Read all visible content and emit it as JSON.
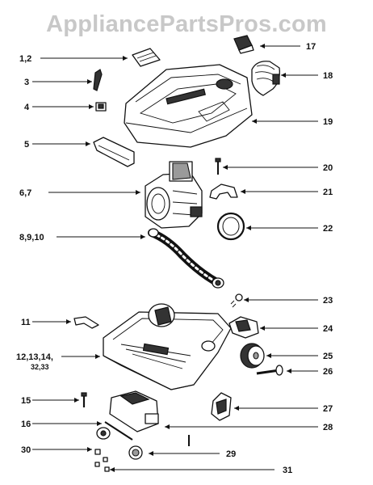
{
  "watermark": "AppliancePartsPros.com",
  "callouts": [
    {
      "id": "c17",
      "label": "17"
    },
    {
      "id": "c1-2",
      "label": "1,2"
    },
    {
      "id": "c18",
      "label": "18"
    },
    {
      "id": "c3",
      "label": "3"
    },
    {
      "id": "c4",
      "label": "4"
    },
    {
      "id": "c19",
      "label": "19"
    },
    {
      "id": "c5",
      "label": "5"
    },
    {
      "id": "c20",
      "label": "20"
    },
    {
      "id": "c6-7",
      "label": "6,7"
    },
    {
      "id": "c21",
      "label": "21"
    },
    {
      "id": "c22",
      "label": "22"
    },
    {
      "id": "c8-9-10",
      "label": "8,9,10"
    },
    {
      "id": "c23",
      "label": "23"
    },
    {
      "id": "c11",
      "label": "11"
    },
    {
      "id": "c24",
      "label": "24"
    },
    {
      "id": "c12-13-14",
      "label": "12,13,14,"
    },
    {
      "id": "c32-33",
      "label": "32,33"
    },
    {
      "id": "c25",
      "label": "25"
    },
    {
      "id": "c26",
      "label": "26"
    },
    {
      "id": "c15",
      "label": "15"
    },
    {
      "id": "c27",
      "label": "27"
    },
    {
      "id": "c16",
      "label": "16"
    },
    {
      "id": "c28",
      "label": "28"
    },
    {
      "id": "c30",
      "label": "30"
    },
    {
      "id": "c29",
      "label": "29"
    },
    {
      "id": "c31",
      "label": "31"
    }
  ]
}
